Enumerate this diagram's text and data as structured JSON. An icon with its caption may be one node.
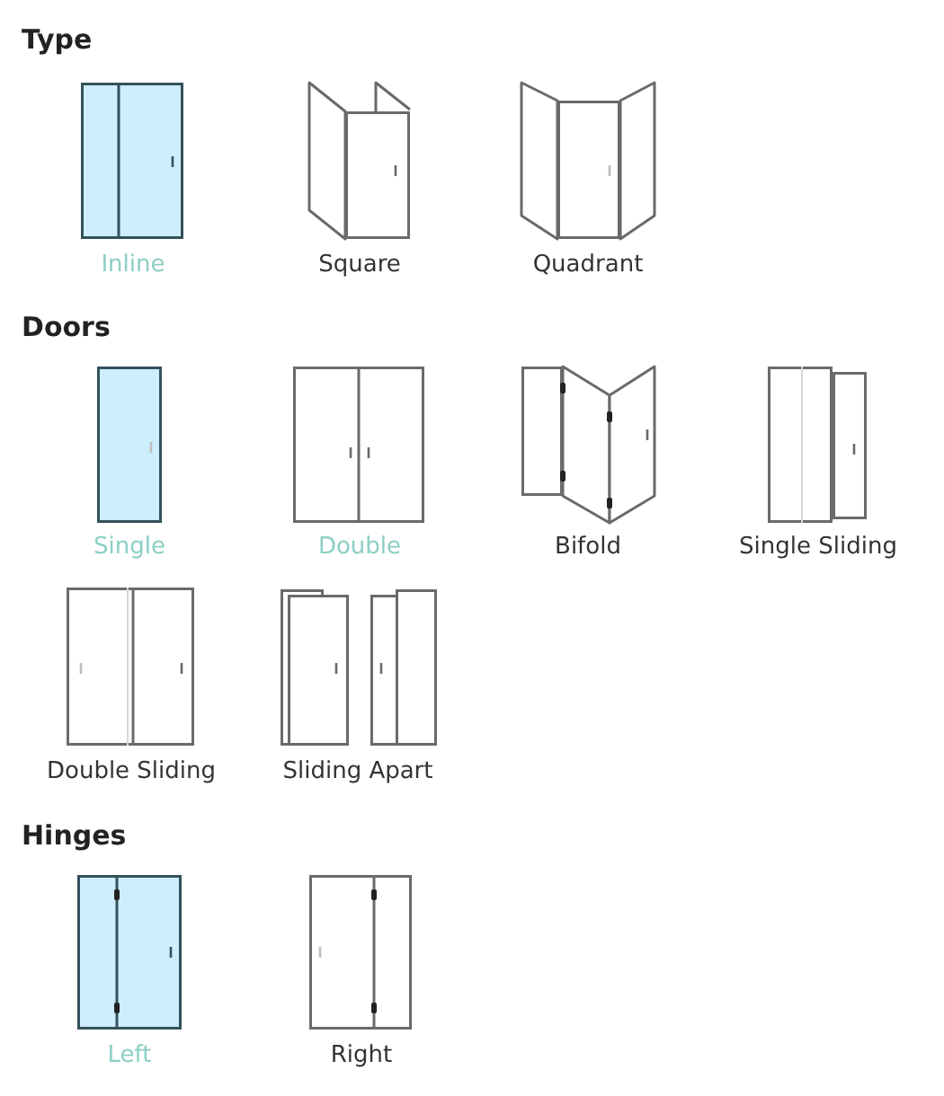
{
  "diagram": {
    "nodes": [
      {
        "text": [
          "Inline"
        ]
      },
      {
        "text": [
          "Square"
        ]
      },
      {
        "text": [
          "Quadrant"
        ]
      },
      {
        "text": [
          "Single"
        ]
      },
      {
        "text": [
          "Double"
        ]
      },
      {
        "text": [
          "Bifold"
        ]
      },
      {
        "text": [
          "Single Sliding"
        ]
      },
      {
        "text": [
          "Double Sliding"
        ]
      },
      {
        "text": [
          "Sliding Apart"
        ]
      },
      {
        "text": [
          "Left"
        ]
      },
      {
        "text": [
          "Right"
        ]
      }
    ],
    "labels": [
      "Type",
      "Doors",
      "Hinges"
    ]
  }
}
